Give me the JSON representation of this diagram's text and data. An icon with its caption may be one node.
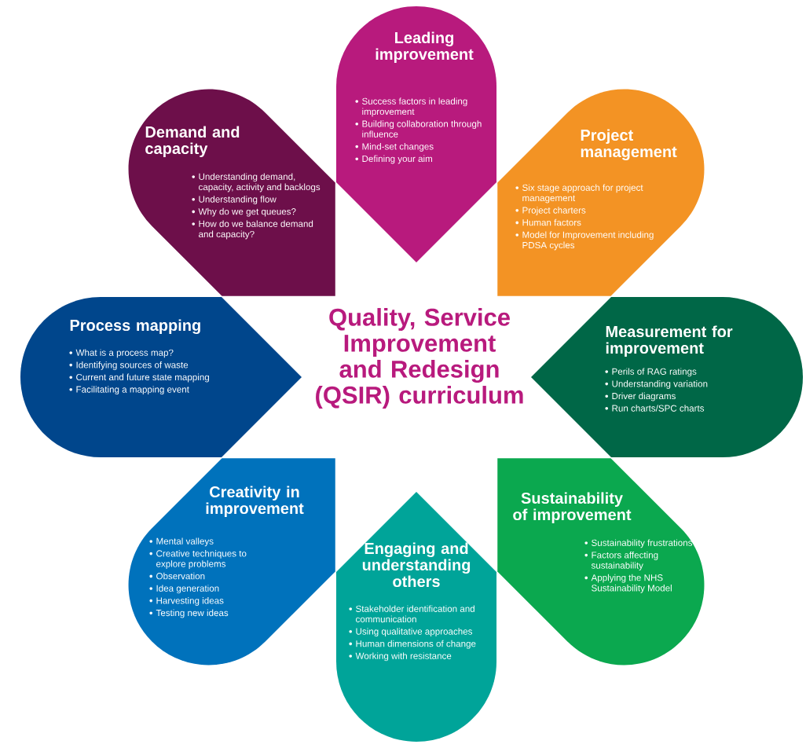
{
  "diagram": {
    "title": "Quality, Service Improvement and Redesign (QSIR) curriculum",
    "nodes": [
      {
        "text": [
          "Leading improvement",
          "Success factors in leading improvement",
          "Building collaboration through influence",
          "Mind-set changes",
          "Defining your aim"
        ]
      },
      {
        "text": [
          "Project management",
          "Six stage approach for project management",
          "Project charters",
          "Human factors",
          "Model for Improvement including PDSA cycles"
        ]
      },
      {
        "text": [
          "Measurement for improvement",
          "Perils of RAG ratings",
          "Understanding variation",
          "Driver diagrams",
          "Run charts/SPC charts"
        ]
      },
      {
        "text": [
          "Sustainability of improvement",
          "Sustainability frustrations",
          "Factors affecting sustainability",
          "Applying the NHS Sustainability Model"
        ]
      },
      {
        "text": [
          "Engaging and understanding others",
          "Stakeholder identification and communication",
          "Using qualitative approaches",
          "Human dimensions of change",
          "Working with resistance"
        ]
      },
      {
        "text": [
          "Creativity in improvement",
          "Mental valleys",
          "Creative techniques to explore problems",
          "Observation",
          "Idea generation",
          "Harvesting ideas",
          "Testing new ideas"
        ]
      },
      {
        "text": [
          "Process mapping",
          "What is a process map?",
          "Identifying sources of waste",
          "Current and future state mapping",
          "Facilitating a mapping event"
        ]
      },
      {
        "text": [
          "Demand and capacity",
          "Understanding demand, capacity, activity and backlogs",
          "Understanding flow",
          "Why do we get queues?",
          "How do we balance demand and capacity?"
        ]
      }
    ]
  }
}
